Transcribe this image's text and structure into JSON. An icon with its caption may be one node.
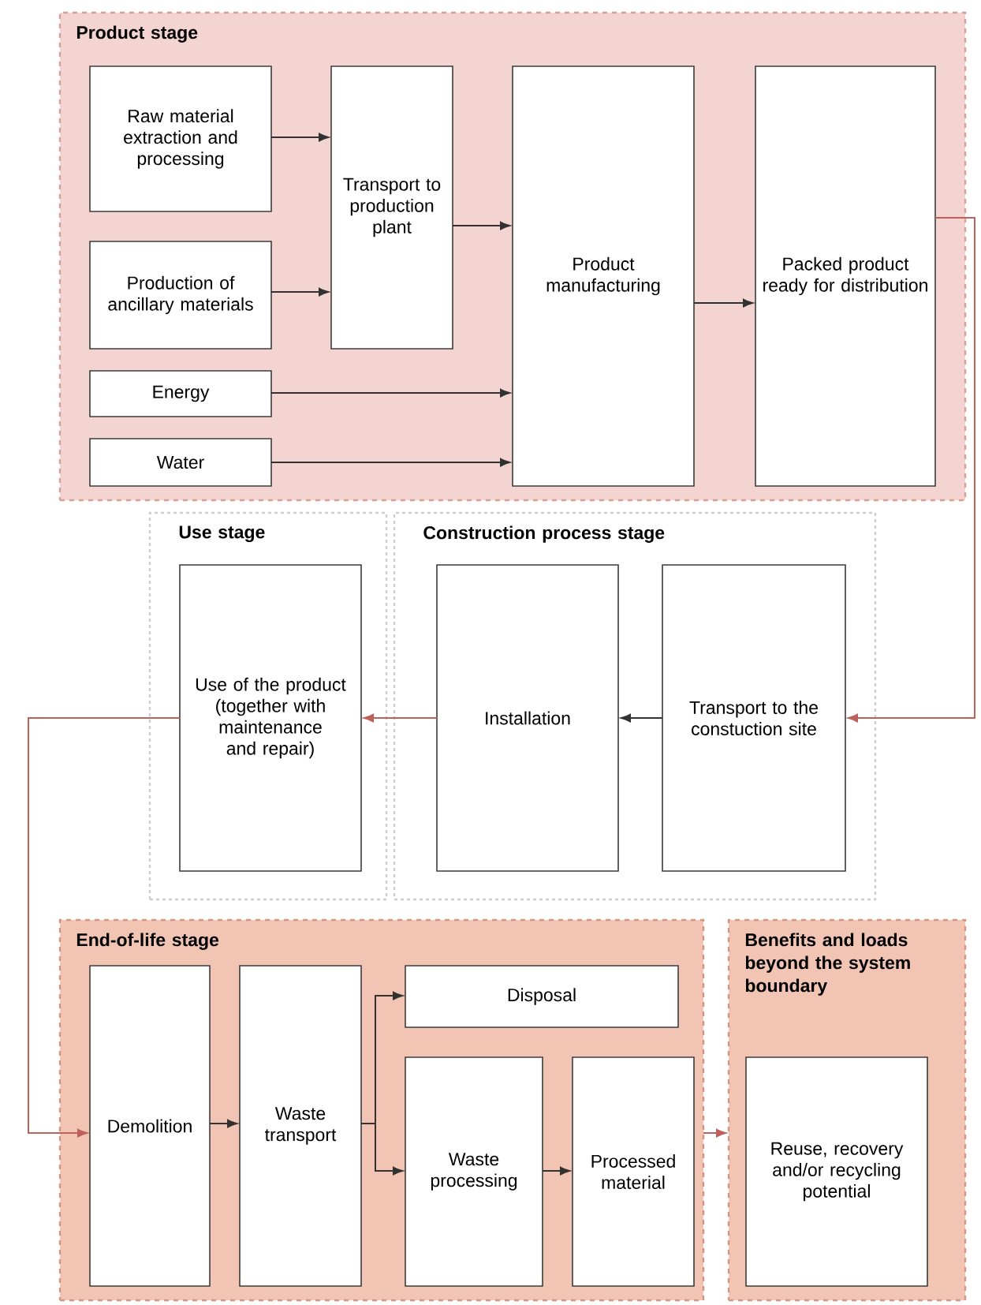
{
  "diagram": {
    "nodes": [
      {
        "text": [
          "Product stage"
        ]
      },
      {
        "text": [
          "Raw material extraction and processing"
        ],
        "in": 0
      },
      {
        "text": [
          "Production of ancillary materials"
        ],
        "in": 0
      },
      {
        "text": [
          "Energy"
        ],
        "in": 0
      },
      {
        "text": [
          "Water"
        ],
        "in": 0
      },
      {
        "text": [
          "Transport to production plant"
        ],
        "in": 0
      },
      {
        "text": [
          "Product manufacturing"
        ],
        "in": 0
      },
      {
        "text": [
          "Packed product ready for distribution"
        ],
        "in": 0
      },
      {
        "text": [
          "Use stage"
        ]
      },
      {
        "text": [
          "Use of the product (together with maintenance and repair)"
        ],
        "in": 8
      },
      {
        "text": [
          "Construction process stage"
        ]
      },
      {
        "text": [
          "Installation"
        ],
        "in": 10
      },
      {
        "text": [
          "Transport to the constuction site"
        ],
        "in": 10
      },
      {
        "text": [
          "End-of-life stage"
        ]
      },
      {
        "text": [
          "Demolition"
        ],
        "in": 13
      },
      {
        "text": [
          "Waste transport"
        ],
        "in": 13
      },
      {
        "text": [
          "Disposal"
        ],
        "in": 13
      },
      {
        "text": [
          "Waste processing"
        ],
        "in": 13
      },
      {
        "text": [
          "Processed material"
        ],
        "in": 13
      },
      {
        "text": [
          "Benefits and loads beyond the system boundary"
        ]
      },
      {
        "text": [
          "Reuse, recovery and/or recycling potential"
        ],
        "in": 19
      }
    ],
    "edges": [
      {
        "from": 1,
        "to": 5,
        "arrow": "to"
      },
      {
        "from": 2,
        "to": 5,
        "arrow": "to"
      },
      {
        "from": 5,
        "to": 6,
        "arrow": "to"
      },
      {
        "from": 3,
        "to": 6,
        "arrow": "to"
      },
      {
        "from": 4,
        "to": 6,
        "arrow": "to"
      },
      {
        "from": 6,
        "to": 7,
        "arrow": "to"
      },
      {
        "from": 7,
        "to": 12,
        "arrow": "to",
        "color": "#c0605a"
      },
      {
        "from": 12,
        "to": 11,
        "arrow": "to"
      },
      {
        "from": 11,
        "to": 9,
        "arrow": "to",
        "color": "#c0605a"
      },
      {
        "from": 9,
        "to": 14,
        "arrow": "to",
        "color": "#c0605a"
      },
      {
        "from": 14,
        "to": 15,
        "arrow": "to"
      },
      {
        "from": 15,
        "to": 16,
        "arrow": "to"
      },
      {
        "from": 15,
        "to": 17,
        "arrow": "to"
      },
      {
        "from": 17,
        "to": 18,
        "arrow": "to"
      },
      {
        "from": 13,
        "to": 19,
        "arrow": "to",
        "color": "#c0605a"
      }
    ]
  }
}
